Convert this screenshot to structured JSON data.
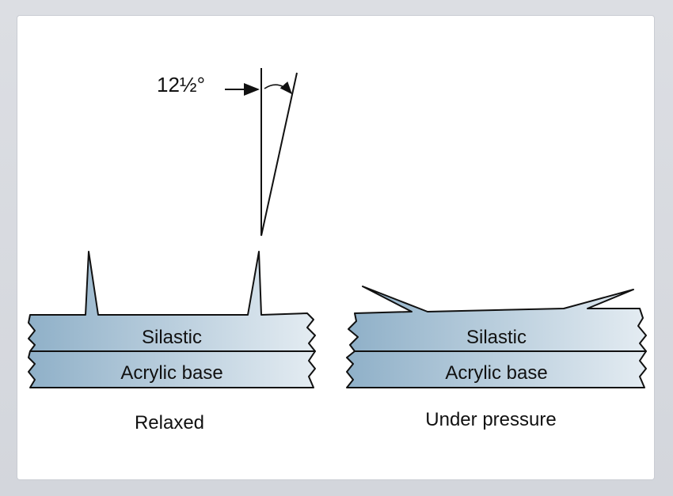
{
  "figure": {
    "angle_label": "12½°",
    "left": {
      "layer_top": "Silastic",
      "layer_bottom": "Acrylic base",
      "caption": "Relaxed"
    },
    "right": {
      "layer_top": "Silastic",
      "layer_bottom": "Acrylic base",
      "caption": "Under pressure"
    }
  },
  "colors": {
    "layer_fill_dark": "#8fb0c8",
    "layer_fill_light": "#e4ecf2",
    "stroke": "#111111"
  }
}
